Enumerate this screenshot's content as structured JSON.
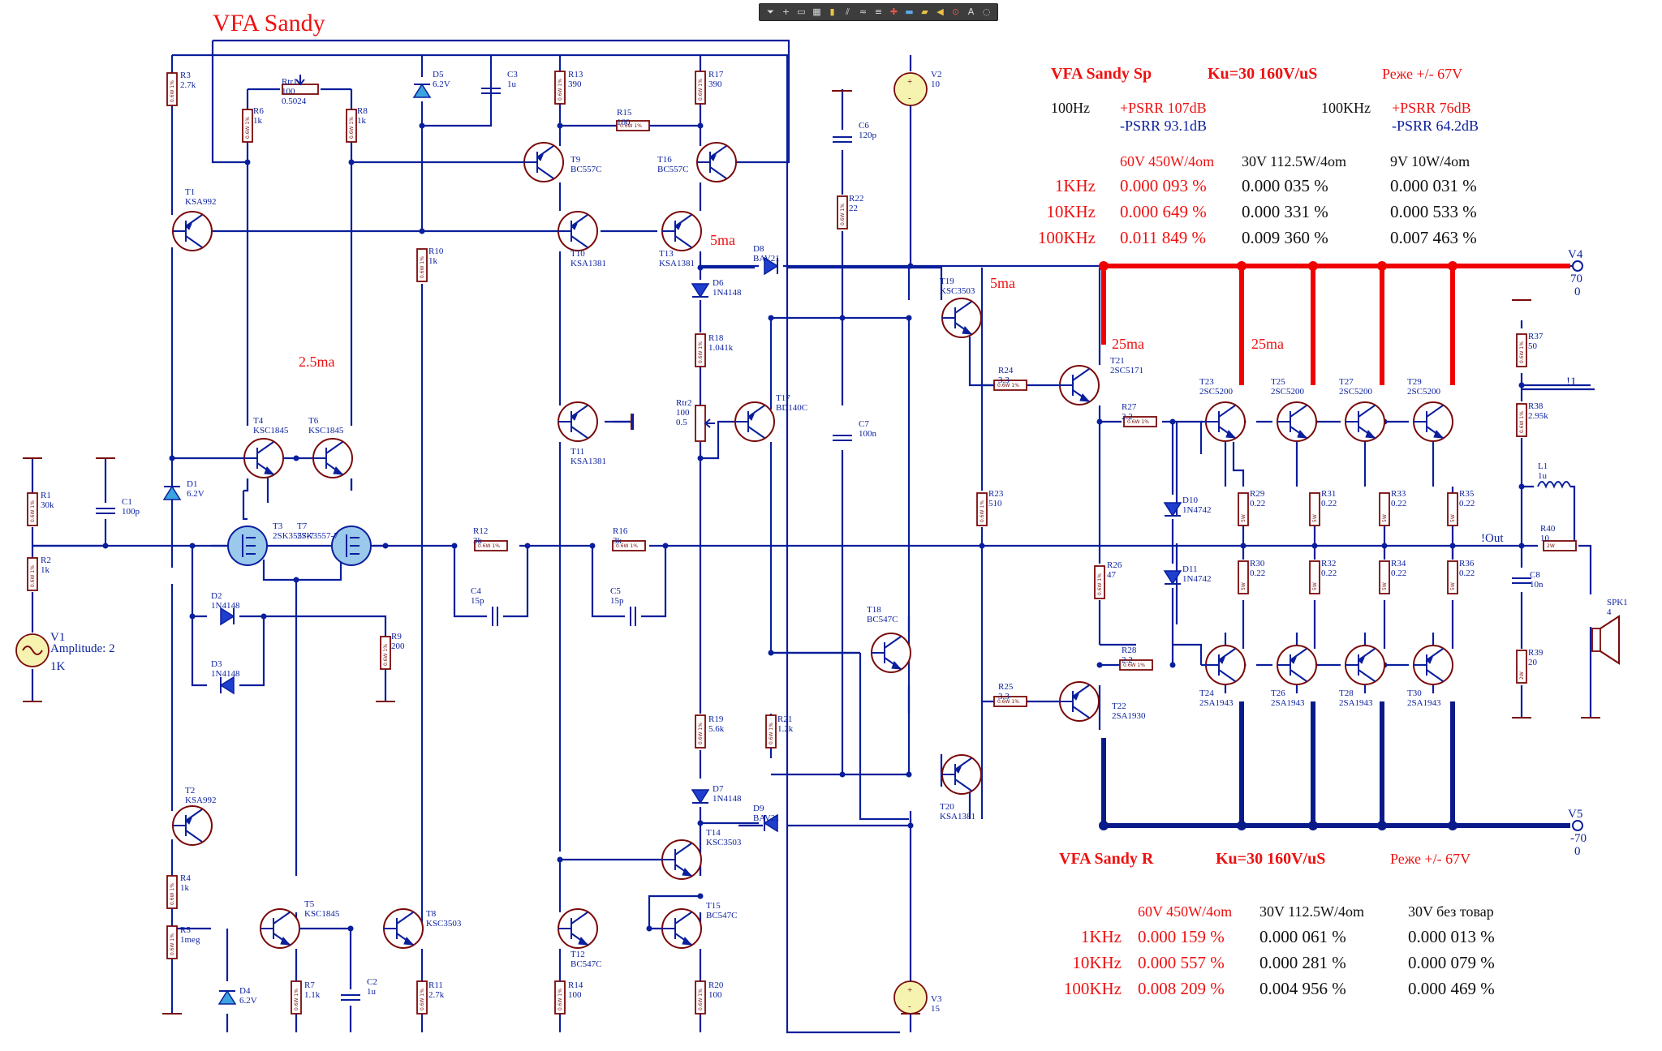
{
  "title": "VFA Sandy",
  "toolbar": {
    "icons": [
      "filter-icon",
      "plus-icon",
      "rect-icon",
      "grid-icon",
      "pin-icon",
      "line-icon",
      "wave-icon",
      "bus-icon",
      "port-icon",
      "power-icon",
      "net-icon",
      "tag-icon",
      "dot-icon",
      "text-icon",
      "arc-icon"
    ]
  },
  "notes": {
    "i_2_5ma": "2.5ma",
    "i_5ma_a": "5ma",
    "i_5ma_b": "5ma",
    "i_25ma_a": "25ma",
    "i_25ma_b": "25ma"
  },
  "spec_top": {
    "name": "VFA Sandy Sp",
    "ku": "Ku=30  160V/uS",
    "mode": "Реже +/- 67V",
    "psrr_100hz_label": "100Hz",
    "psrr_100hz_pos": "+PSRR 107dB",
    "psrr_100hz_neg": "-PSRR 93.1dB",
    "psrr_100khz_label": "100KHz",
    "psrr_100khz_pos": "+PSRR 76dB",
    "psrr_100khz_neg": "-PSRR 64.2dB",
    "cols": [
      "60V 450W/4om",
      "30V 112.5W/4om",
      "9V 10W/4om"
    ],
    "rows": [
      {
        "freq": "1KHz",
        "v1": "0.000 093 %",
        "v2": "0.000 035 %",
        "v3": "0.000 031 %"
      },
      {
        "freq": "10KHz",
        "v1": "0.000 649 %",
        "v2": "0.000 331 %",
        "v3": "0.000 533 %"
      },
      {
        "freq": "100KHz",
        "v1": "0.011 849 %",
        "v2": "0.009 360 %",
        "v3": "0.007 463 %"
      }
    ]
  },
  "spec_bottom": {
    "name": "VFA Sandy R",
    "ku": "Ku=30  160V/uS",
    "mode": "Реже +/- 67V",
    "cols": [
      "60V 450W/4om",
      "30V 112.5W/4om",
      "30V без товар"
    ],
    "rows": [
      {
        "freq": "1KHz",
        "v1": "0.000 159 %",
        "v2": "0.000 061 %",
        "v3": "0.000 013 %"
      },
      {
        "freq": "10KHz",
        "v1": "0.000 557 %",
        "v2": "0.000 281 %",
        "v3": "0.000 079 %"
      },
      {
        "freq": "100KHz",
        "v1": "0.008 209 %",
        "v2": "0.004 956 %",
        "v3": "0.000 469 %"
      }
    ]
  },
  "components": {
    "R3": [
      "R3",
      "2.7k"
    ],
    "R6": [
      "R6",
      "1k"
    ],
    "R8": [
      "R8",
      "1k"
    ],
    "Rtr1": [
      "Rtr1",
      "100",
      "0.5024"
    ],
    "D5": [
      "D5",
      "6.2V"
    ],
    "C3": [
      "C3",
      "1u"
    ],
    "R13": [
      "R13",
      "390"
    ],
    "R17": [
      "R17",
      "390"
    ],
    "R15": [
      "R15",
      "100"
    ],
    "V2": [
      "V2",
      "10"
    ],
    "C6": [
      "C6",
      "120p"
    ],
    "R22": [
      "R22",
      "22"
    ],
    "T9": [
      "T9",
      "BC557C"
    ],
    "T16": [
      "T16",
      "BC557C"
    ],
    "T1": [
      "T1",
      "KSA992"
    ],
    "T10": [
      "T10",
      "KSA1381"
    ],
    "T13": [
      "T13",
      "KSA1381"
    ],
    "R10": [
      "R10",
      "1k"
    ],
    "D8": [
      "D8",
      "BAV21"
    ],
    "D6": [
      "D6",
      "1N4148"
    ],
    "T19": [
      "T19",
      "KSC3503"
    ],
    "R18": [
      "R18",
      "1.041k"
    ],
    "T17": [
      "T17",
      "BD140C"
    ],
    "Rtr2": [
      "Rtr2",
      "100",
      "0.5"
    ],
    "C7": [
      "C7",
      "100n"
    ],
    "T11": [
      "T11",
      "KSA1381"
    ],
    "T4": [
      "T4",
      "KSC1845"
    ],
    "T6": [
      "T6",
      "KSC1845"
    ],
    "D1": [
      "D1",
      "6.2V"
    ],
    "R1": [
      "R1",
      "30k"
    ],
    "C1": [
      "C1",
      "100p"
    ],
    "R2": [
      "R2",
      "1k"
    ],
    "T3": [
      "T3",
      "2SK3557-7"
    ],
    "T7": [
      "T7",
      "2SK3557-7"
    ],
    "R12": [
      "R12",
      "3k"
    ],
    "R16": [
      "R16",
      "3k"
    ],
    "C4": [
      "C4",
      "15p"
    ],
    "C5": [
      "C5",
      "15p"
    ],
    "D2": [
      "D2",
      "1N4148"
    ],
    "D3": [
      "D3",
      "1N4148"
    ],
    "R9": [
      "R9",
      "200"
    ],
    "V1": [
      "V1",
      "Amplitude: 2",
      "1K"
    ],
    "R24": [
      "R24",
      "3.3"
    ],
    "T21": [
      "T21",
      "2SC5171"
    ],
    "R27": [
      "R27",
      "2.2"
    ],
    "R23": [
      "R23",
      "510"
    ],
    "D10": [
      "D10",
      "1N4742"
    ],
    "D11": [
      "D11",
      "1N4742"
    ],
    "R26": [
      "R26",
      "47"
    ],
    "T23": [
      "T23",
      "2SC5200"
    ],
    "T25": [
      "T25",
      "2SC5200"
    ],
    "T27": [
      "T27",
      "2SC5200"
    ],
    "T29": [
      "T29",
      "2SC5200"
    ],
    "R29": [
      "R29",
      "0.22"
    ],
    "R31": [
      "R31",
      "0.22"
    ],
    "R33": [
      "R33",
      "0.22"
    ],
    "R35": [
      "R35",
      "0.22"
    ],
    "R30": [
      "R30",
      "0.22"
    ],
    "R32": [
      "R32",
      "0.22"
    ],
    "R34": [
      "R34",
      "0.22"
    ],
    "R36": [
      "R36",
      "0.22"
    ],
    "R37": [
      "R37",
      "50"
    ],
    "R38": [
      "R38",
      "2.95k"
    ],
    "L1": [
      "L1",
      "1u"
    ],
    "R40": [
      "R40",
      "10"
    ],
    "C8": [
      "C8",
      "10n"
    ],
    "R39": [
      "R39",
      "20"
    ],
    "SPK1": [
      "SPK1",
      "4"
    ],
    "T18": [
      "T18",
      "BC547C"
    ],
    "R28": [
      "R28",
      "2.2"
    ],
    "T24": [
      "T24",
      "2SA1943"
    ],
    "T26": [
      "T26",
      "2SA1943"
    ],
    "T28": [
      "T28",
      "2SA1943"
    ],
    "T30": [
      "T30",
      "2SA1943"
    ],
    "R25": [
      "R25",
      "3.3"
    ],
    "T22": [
      "T22",
      "2SA1930"
    ],
    "T20": [
      "T20",
      "KSA1381"
    ],
    "R19": [
      "R19",
      "5.6k"
    ],
    "R21": [
      "R21",
      "1.2k"
    ],
    "D7": [
      "D7",
      "1N4148"
    ],
    "D9": [
      "D9",
      "BAV21"
    ],
    "T14": [
      "T14",
      "KSC3503"
    ],
    "T15": [
      "T15",
      "BC547C"
    ],
    "T12": [
      "T12",
      "BC547C"
    ],
    "R14": [
      "R14",
      "100"
    ],
    "R20": [
      "R20",
      "100"
    ],
    "V3": [
      "V3",
      "15"
    ],
    "T2": [
      "T2",
      "KSA992"
    ],
    "R4": [
      "R4",
      "1k"
    ],
    "R5": [
      "R5",
      "1meg"
    ],
    "D4": [
      "D4",
      "6.2V"
    ],
    "T5": [
      "T5",
      "KSC1845"
    ],
    "R7": [
      "R7",
      "1.1k"
    ],
    "C2": [
      "C2",
      "1u"
    ],
    "T8": [
      "T8",
      "KSC3503"
    ],
    "R11": [
      "R11",
      "2.7k"
    ]
  },
  "ports": {
    "V4": [
      "V4",
      "70",
      "0"
    ],
    "V5": [
      "V5",
      "-70",
      "0"
    ],
    "net_1": "!1",
    "net_out": "!Out"
  },
  "res_ratings": {
    "small": "0.6W 1%",
    "five": "5W",
    "two": "2W"
  }
}
